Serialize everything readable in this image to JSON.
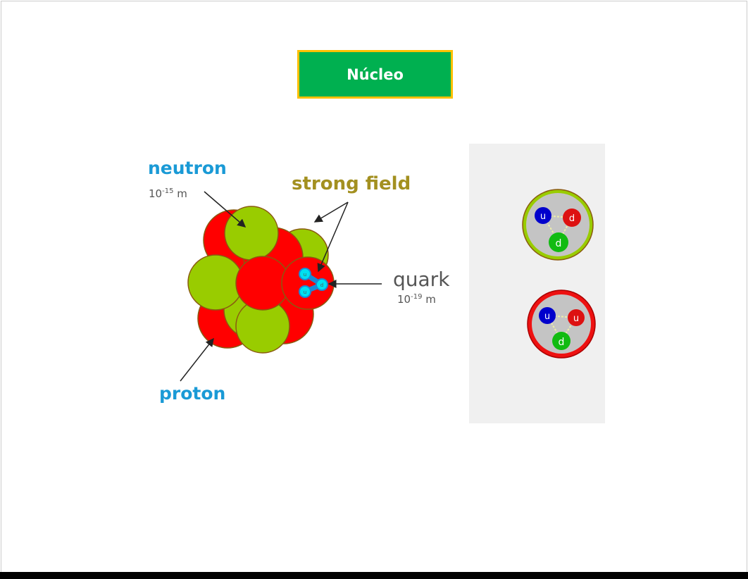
{
  "title_button": "Núcleo",
  "labels": {
    "neutron": "neutron",
    "neutron_scale_base": "10",
    "neutron_scale_exp": "-15",
    "neutron_scale_unit": " m",
    "strong_field": "strong field",
    "quark": "quark",
    "quark_scale_base": "10",
    "quark_scale_exp": "-19",
    "quark_scale_unit": " m",
    "proton": "proton"
  },
  "nucleus_quarks": [
    "u",
    "d",
    "u"
  ],
  "neutron_quarks": [
    "u",
    "d",
    "d"
  ],
  "proton_quarks": [
    "u",
    "u",
    "d"
  ],
  "colors": {
    "proton": "#ff0000",
    "neutron": "#99cc00",
    "quark": "#00e0f0",
    "title_bg": "#00b050",
    "title_border": "#ffc000"
  }
}
